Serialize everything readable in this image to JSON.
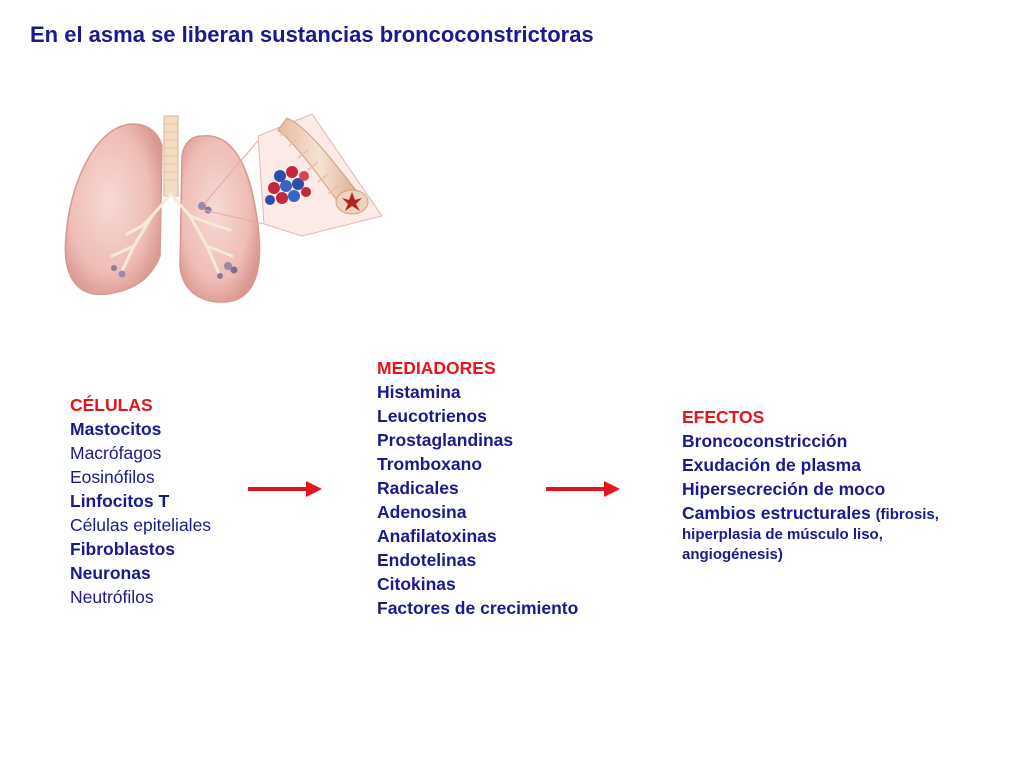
{
  "title": "En el asma se liberan sustancias broncoconstrictoras",
  "cells": {
    "heading": "CÉLULAS",
    "items": [
      "Mastocitos",
      "Macrófagos",
      "Eosinófilos",
      "Linfocitos T",
      "Células epiteliales",
      "Fibroblastos",
      "Neuronas",
      "Neutrófilos"
    ]
  },
  "mediators": {
    "heading": "MEDIADORES",
    "items": [
      "Histamina",
      "Leucotrienos",
      "Prostaglandinas",
      "Tromboxano",
      "Radicales",
      "Adenosina",
      "Anafilatoxinas",
      "Endotelinas",
      "Citokinas",
      "Factores de crecimiento"
    ]
  },
  "effects": {
    "heading": "EFECTOS",
    "items": [
      "Broncoconstricción",
      "Exudación de plasma",
      "Hipersecreción de moco"
    ],
    "last_item_main": "Cambios estructurales",
    "last_item_detail_1": "(fibrosis,",
    "last_item_detail_2": "hiperplasia de músculo liso,",
    "last_item_detail_3": "angiogénesis)"
  },
  "colors": {
    "title": "#1a1a8c",
    "heading": "#e8141c",
    "body_text": "#1a1a8c",
    "arrow": "#e8141c"
  }
}
